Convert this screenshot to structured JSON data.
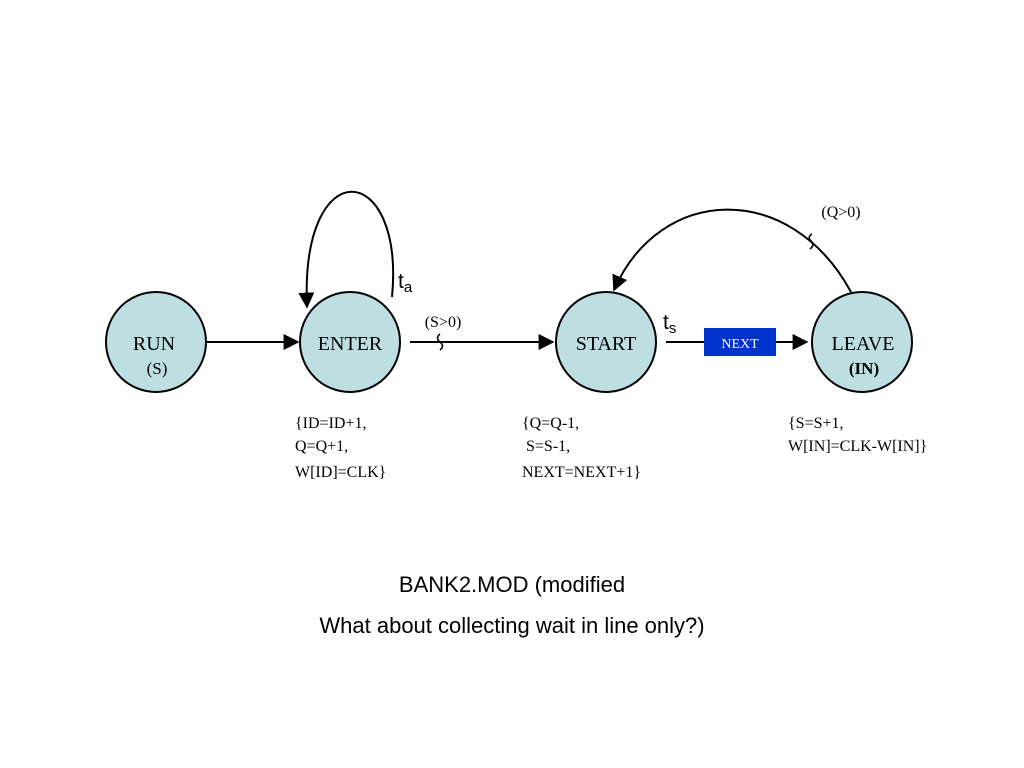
{
  "nodes": {
    "run": {
      "label": "RUN",
      "sub": "(S)"
    },
    "enter": {
      "label": "ENTER"
    },
    "start": {
      "label": "START"
    },
    "leave": {
      "label": "LEAVE",
      "sub": "(IN)"
    }
  },
  "edges": {
    "enter_start_condition": "(S>0)",
    "leave_start_condition": "(Q>0)",
    "next_event": "NEXT"
  },
  "delays": {
    "ta": {
      "t": "t",
      "sub": "a"
    },
    "ts": {
      "t": "t",
      "sub": "s"
    }
  },
  "actions": {
    "enter": [
      "{ID=ID+1,",
      "Q=Q+1,",
      "W[ID]=CLK}"
    ],
    "start": [
      "{Q=Q-1,",
      " S=S-1,",
      "NEXT=NEXT+1}"
    ],
    "leave": [
      "{S=S+1,",
      "W[IN]=CLK-W[IN]}"
    ]
  },
  "caption": {
    "line1": "BANK2.MOD (modified",
    "line2": "What about collecting wait in line only?)"
  }
}
